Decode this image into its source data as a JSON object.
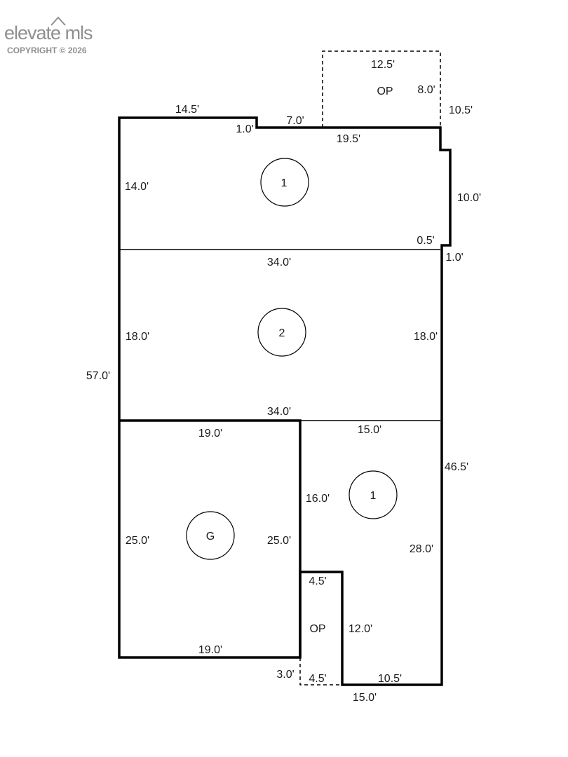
{
  "watermark": {
    "brand": "elevate mls",
    "copyright": "COPYRIGHT © 2026"
  },
  "floor_plan": {
    "dimensions": {
      "top_left_width": "14.5'",
      "notch_top": "1.0'",
      "notch_top_width": "7.0'",
      "porch_top_width": "12.5'",
      "porch_depth": "8.0'",
      "porch_right_offset": "10.5'",
      "room1_top_width": "19.5'",
      "room1_height": "14.0'",
      "right_bump_height": "10.0'",
      "right_bump_offset": "0.5'",
      "right_step": "1.0'",
      "room2_top_width": "34.0'",
      "room2_left_height": "18.0'",
      "room2_right_height": "18.0'",
      "overall_left_height": "57.0'",
      "room2_bottom_width": "34.0'",
      "garage_top_width": "19.0'",
      "lower_room_top_width": "15.0'",
      "overall_right_height": "46.5'",
      "lower_room_left_height": "16.0'",
      "garage_left_height": "25.0'",
      "garage_right_height": "25.0'",
      "lower_room_right_height": "28.0'",
      "rear_porch_top_width": "4.5'",
      "lower_room_step_height": "12.0'",
      "garage_bottom_width": "19.0'",
      "rear_porch_depth": "3.0'",
      "rear_porch_bottom_width": "4.5'",
      "lower_room_bottom_width": "10.5'",
      "overall_bottom_width": "15.0'"
    },
    "area_labels": {
      "front_porch": "OP",
      "room1_upper": "1",
      "room2": "2",
      "garage": "G",
      "room1_lower": "1",
      "rear_porch": "OP"
    }
  }
}
